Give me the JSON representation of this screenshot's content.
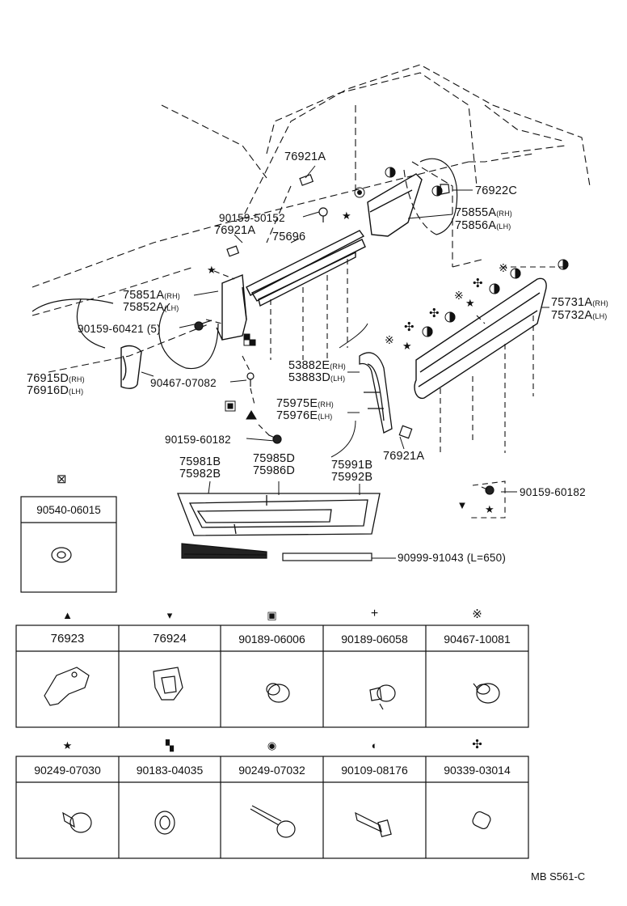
{
  "diagram": {
    "callouts": {
      "c76921a_top": "76921A",
      "c76922c": "76922C",
      "c90159_50152": "90159-50152",
      "c75855a": "75855A",
      "c75856a": "75856A",
      "c76921a_mid": "76921A",
      "c75696": "75696",
      "c75851a": "75851A",
      "c75852a": "75852A",
      "c90159_60421": "90159-60421",
      "c90159_60421_qty": "(5)",
      "c75731a": "75731A",
      "c75732a": "75732A",
      "c76915d": "76915D",
      "c76916d": "76916D",
      "c90467_07082": "90467-07082",
      "c53882e": "53882E",
      "c53883d": "53883D",
      "c75975e": "75975E",
      "c75976e": "75976E",
      "c90159_60182_left": "90159-60182",
      "c76921a_low": "76921A",
      "c75981b": "75981B",
      "c75982b": "75982B",
      "c75985d": "75985D",
      "c75986d": "75986D",
      "c75991b": "75991B",
      "c75992b": "75992B",
      "c90159_60182_right": "90159-60182",
      "c90999_91043": "90999-91043 (L=650)",
      "rh": "(RH)",
      "lh": "(LH)"
    },
    "inset": {
      "symbol": "⊠",
      "part_no": "90540-06015"
    },
    "table_row1": [
      {
        "symbol": "▲",
        "part_no": "76923",
        "icon": "bracket-clip-icon"
      },
      {
        "symbol": "▾",
        "part_no": "76924",
        "icon": "retainer-clip-icon"
      },
      {
        "symbol": "▣",
        "part_no": "90189-06006",
        "icon": "push-clip-icon"
      },
      {
        "symbol": "+",
        "part_no": "90189-06058",
        "icon": "rivet-clip-icon"
      },
      {
        "symbol": "※",
        "part_no": "90467-10081",
        "icon": "clip-icon"
      }
    ],
    "table_row2": [
      {
        "symbol": "★",
        "part_no": "90249-07030",
        "icon": "stud-clip-icon"
      },
      {
        "symbol": "▚",
        "part_no": "90183-04035",
        "icon": "grommet-icon"
      },
      {
        "symbol": "◉",
        "part_no": "90249-07032",
        "icon": "long-stud-icon"
      },
      {
        "symbol": "◐",
        "part_no": "90109-08176",
        "icon": "bolt-icon"
      },
      {
        "symbol": "✣",
        "part_no": "90339-03014",
        "icon": "cap-icon"
      }
    ],
    "footer_code": "MB S561-C"
  }
}
